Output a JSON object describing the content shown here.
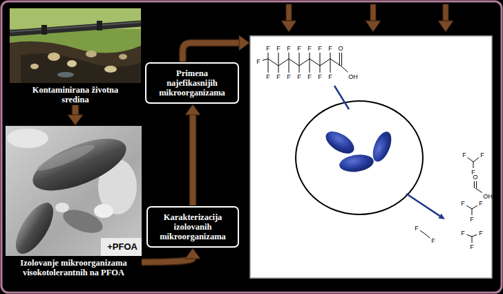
{
  "diagram": {
    "nodes": [
      {
        "text": [
          "Kontaminirana životna sredina"
        ]
      },
      {
        "text": [
          "+PFOA",
          "Izolovanje mikroorganizama visokotolerantnih na PFOA"
        ]
      },
      {
        "text": [
          "Karakterizacija izolovanih mikroorganizama"
        ]
      },
      {
        "text": [
          "Primena najefikasnijih mikroorganizama"
        ]
      },
      {
        "text": [
          "F",
          "F",
          "F",
          "F",
          "F",
          "F",
          "F",
          "F",
          "F",
          "F",
          "F",
          "F",
          "F",
          "F",
          "F",
          "O",
          "OH",
          "F",
          "F",
          "F",
          "O",
          "OH",
          "F",
          "F",
          "F",
          "F",
          "F",
          "F",
          "F",
          "F"
        ]
      }
    ],
    "edges": [
      {
        "from": 0,
        "to": 1,
        "arrow": "to"
      },
      {
        "from": 1,
        "to": 2,
        "arrow": "to"
      },
      {
        "from": 2,
        "to": 3,
        "arrow": "to"
      },
      {
        "from": 3,
        "to": 4,
        "arrow": "to"
      }
    ]
  }
}
